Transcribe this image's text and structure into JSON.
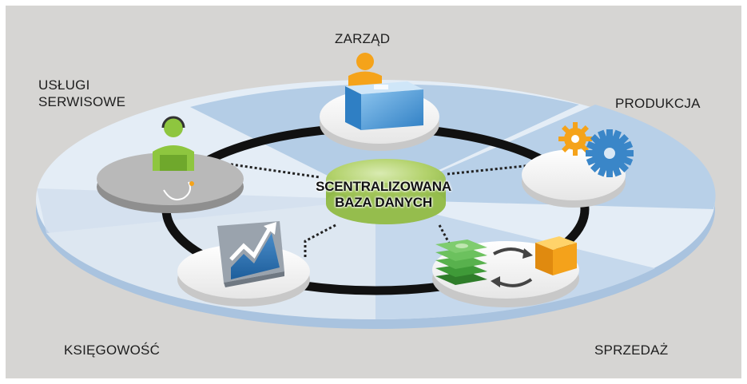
{
  "diagram": {
    "center": {
      "line1": "SCENTRALIZOWANA",
      "line2": "BAZA DANYCH"
    },
    "nodes": {
      "zarzad": "ZARZĄD",
      "uslugi_line1": "USŁUGI",
      "uslugi_line2": "SERWISOWE",
      "produkcja": "PRODUKCJA",
      "ksiegowosc": "KSIĘGOWOŚĆ",
      "sprzedaz": "SPRZEDAŻ"
    },
    "colors": {
      "background": "#d6d5d3",
      "disc_light": "#e4edf6",
      "disc_blue": "#b4cde6",
      "disc_rim": "#a9c3df",
      "ring": "#111111",
      "database": "#a5c95a",
      "person_orange": "#f5a31a",
      "person_green": "#8ec63f",
      "desk_blue": "#4c97d6",
      "gear_blue": "#3a86c8",
      "money_green": "#3f9a38",
      "box_orange": "#f4a21b"
    }
  }
}
